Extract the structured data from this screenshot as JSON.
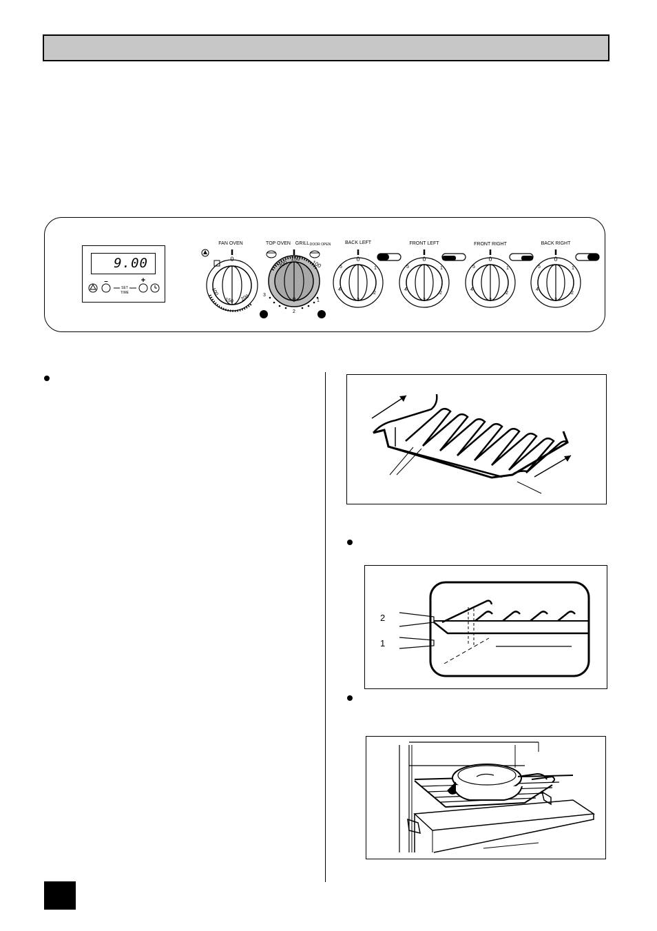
{
  "control_panel": {
    "timer": {
      "display": "9.00",
      "minus": "–",
      "plus": "+",
      "set_time_1": "SET",
      "set_time_2": "TIME"
    },
    "fan_oven": {
      "label": "FAN OVEN",
      "zero": "0",
      "scale": [
        "100",
        "150",
        "200"
      ]
    },
    "top_oven": {
      "label_top": "TOP OVEN",
      "label_grill": "GRILL",
      "label_door": "DOOR OPEN",
      "zero": "0",
      "scale": [
        "200",
        "150",
        "100"
      ],
      "grill_marks": [
        "3",
        "2",
        "1"
      ]
    },
    "hotplates": [
      {
        "label": "BACK LEFT",
        "zero": "0",
        "marks": [
          "5",
          "4",
          "3",
          "2",
          "1"
        ]
      },
      {
        "label": "FRONT LEFT",
        "zero": "0",
        "marks": [
          "5",
          "4",
          "3",
          "2",
          "1"
        ]
      },
      {
        "label": "FRONT RIGHT",
        "zero": "0",
        "marks": [
          "5",
          "4",
          "3",
          "2",
          "1"
        ]
      },
      {
        "label": "BACK RIGHT",
        "zero": "0",
        "marks": [
          "5",
          "4",
          "3",
          "2",
          "1"
        ]
      }
    ]
  },
  "figures": {
    "shelf_positions": [
      "2",
      "1"
    ]
  }
}
